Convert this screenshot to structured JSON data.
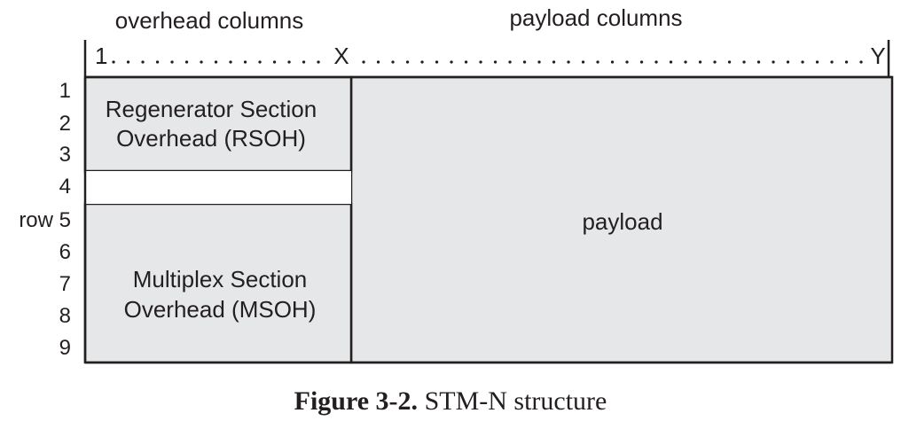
{
  "header": {
    "overhead_columns_label": "overhead columns",
    "payload_columns_label": "payload columns",
    "col_start": "1",
    "col_x": "X",
    "col_y": "Y"
  },
  "rows": {
    "labels": [
      "1",
      "2",
      "3",
      "4",
      "row 5",
      "6",
      "7",
      "8",
      "9"
    ]
  },
  "blocks": {
    "rsoh_line1": "Regenerator Section",
    "rsoh_line2": "Overhead (RSOH)",
    "msoh_line1": "Multiplex Section",
    "msoh_line2": "Overhead (MSOH)",
    "payload_label": "payload"
  },
  "caption": {
    "prefix": "Figure 3-2.",
    "text": "STM-N structure"
  },
  "colors": {
    "block_fill": "#e6e7e8",
    "stroke": "#231f20"
  }
}
